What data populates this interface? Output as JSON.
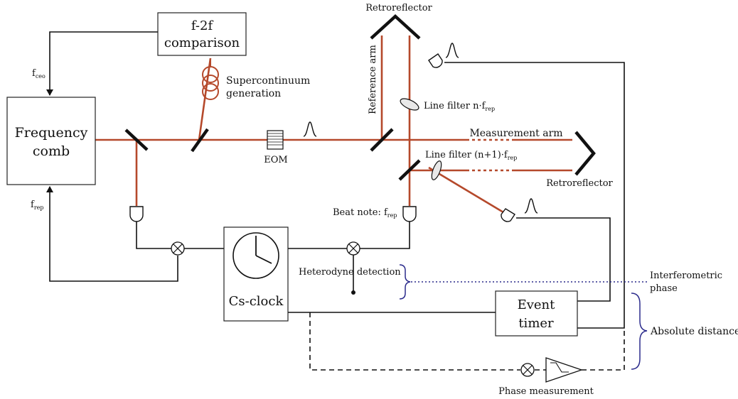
{
  "colors": {
    "beam": "#b5492b",
    "wire": "#111111",
    "brace": "#2b2b8c",
    "dotted_link": "#2b2b8c"
  },
  "boxes": {
    "f2f_line1": "f-2f",
    "f2f_line2": "comparison",
    "comb_line1": "Frequency",
    "comb_line2": "comb",
    "clock": "Cs-clock",
    "timer_line1": "Event",
    "timer_line2": "timer"
  },
  "labels": {
    "fceo_main": "f",
    "fceo_sub": "ceo",
    "frep_main": "f",
    "frep_sub": "rep",
    "supercontinuum_line1": "Supercontinuum",
    "supercontinuum_line2": "generation",
    "eom": "EOM",
    "retroreflector_top": "Retroreflector",
    "retroreflector_right": "Retroreflector",
    "reference_arm": "Reference arm",
    "line_filter_n_main": "Line filter n·f",
    "line_filter_n_sub": "rep",
    "measurement_arm": "Measurement arm",
    "line_filter_n1_main": "Line filter (n+1)·f",
    "line_filter_n1_sub": "rep",
    "beat_note_main": "Beat note: f",
    "beat_note_sub": "rep",
    "heterodyne_detection": "Heterodyne detection",
    "interferometric_line1": "Interferometric",
    "interferometric_line2": "phase",
    "absolute_distance": "Absolute distance",
    "phase_measurement": "Phase measurement"
  },
  "icons": [
    "pulse-icon",
    "fiber-coil-icon",
    "beam-splitter-icon",
    "photodetector-icon",
    "mixer-icon",
    "retroreflector-icon",
    "clock-face-icon",
    "amplifier-filter-icon",
    "brace-icon"
  ]
}
